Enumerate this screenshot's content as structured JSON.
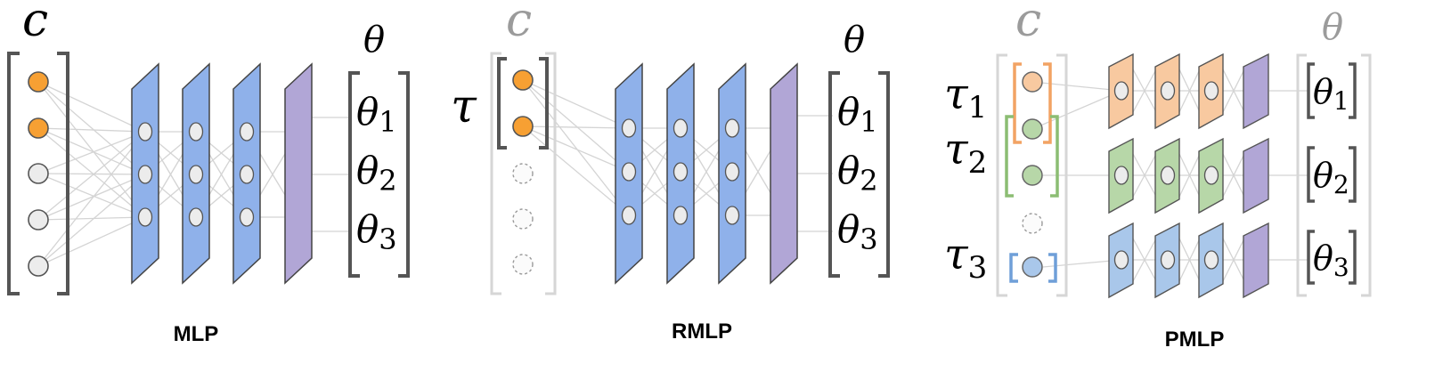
{
  "panels": [
    {
      "caption": "MLP",
      "input_symbol": "c",
      "output_symbol": "θ",
      "outputs": [
        {
          "sym": "θ",
          "sub": "1"
        },
        {
          "sym": "θ",
          "sub": "2"
        },
        {
          "sym": "θ",
          "sub": "3"
        }
      ]
    },
    {
      "caption": "RMLP",
      "input_symbol": "c",
      "task_symbol": "τ",
      "output_symbol": "θ",
      "outputs": [
        {
          "sym": "θ",
          "sub": "1"
        },
        {
          "sym": "θ",
          "sub": "2"
        },
        {
          "sym": "θ",
          "sub": "3"
        }
      ]
    },
    {
      "caption": "PMLP",
      "input_symbol": "c",
      "output_symbol": "θ",
      "tasks": [
        {
          "sym": "τ",
          "sub": "1"
        },
        {
          "sym": "τ",
          "sub": "2"
        },
        {
          "sym": "τ",
          "sub": "3"
        }
      ],
      "outputs": [
        {
          "sym": "θ",
          "sub": "1"
        },
        {
          "sym": "θ",
          "sub": "2"
        },
        {
          "sym": "θ",
          "sub": "3"
        }
      ]
    }
  ],
  "colors": {
    "orange": "#f7a033",
    "orange_light": "#f8c9a0",
    "green_light": "#b7d7a8",
    "blue_light": "#a9c7ea",
    "blue": "#8fb1ea",
    "purple": "#b1a6d6",
    "node_gray": "#ececec",
    "edge": "#d4d4d4",
    "bracket_dark": "#555555",
    "bracket_light": "#d6d6d6",
    "symbol_gray": "#9b9b9b"
  }
}
